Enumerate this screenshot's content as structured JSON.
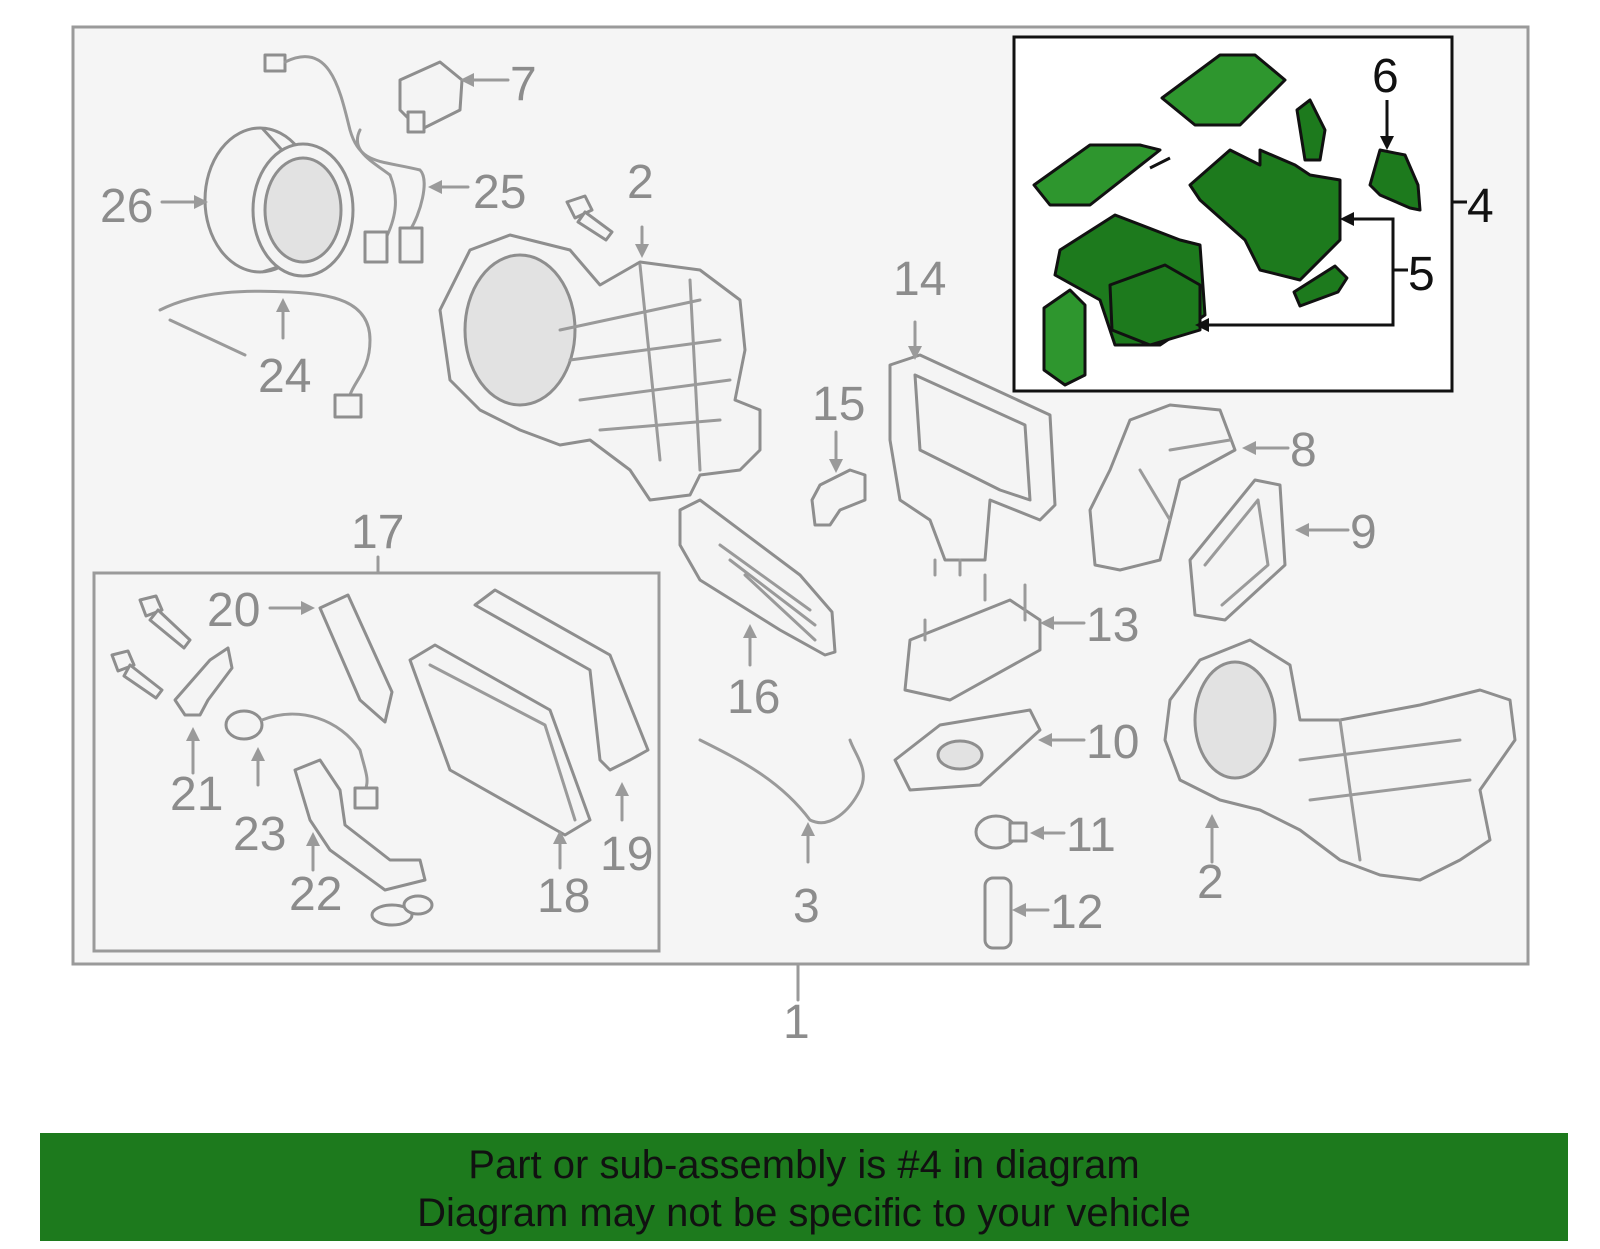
{
  "callouts": {
    "c1": "1",
    "c2a": "2",
    "c2b": "2",
    "c3": "3",
    "c4": "4",
    "c5": "5",
    "c6": "6",
    "c7": "7",
    "c8": "8",
    "c9": "9",
    "c10": "10",
    "c11": "11",
    "c12": "12",
    "c13": "13",
    "c14": "14",
    "c15": "15",
    "c16": "16",
    "c17": "17",
    "c18": "18",
    "c19": "19",
    "c20": "20",
    "c21": "21",
    "c22": "22",
    "c23": "23",
    "c24": "24",
    "c25": "25",
    "c26": "26"
  },
  "highlight_part": "4",
  "colors": {
    "highlight_green": "#1d7a1d",
    "line_gray": "#9a9a9a",
    "panel_bg": "#f5f5f5"
  },
  "banner": {
    "line1": "Part or sub-assembly is #4 in diagram",
    "line2": "Diagram may not be specific to your vehicle"
  }
}
